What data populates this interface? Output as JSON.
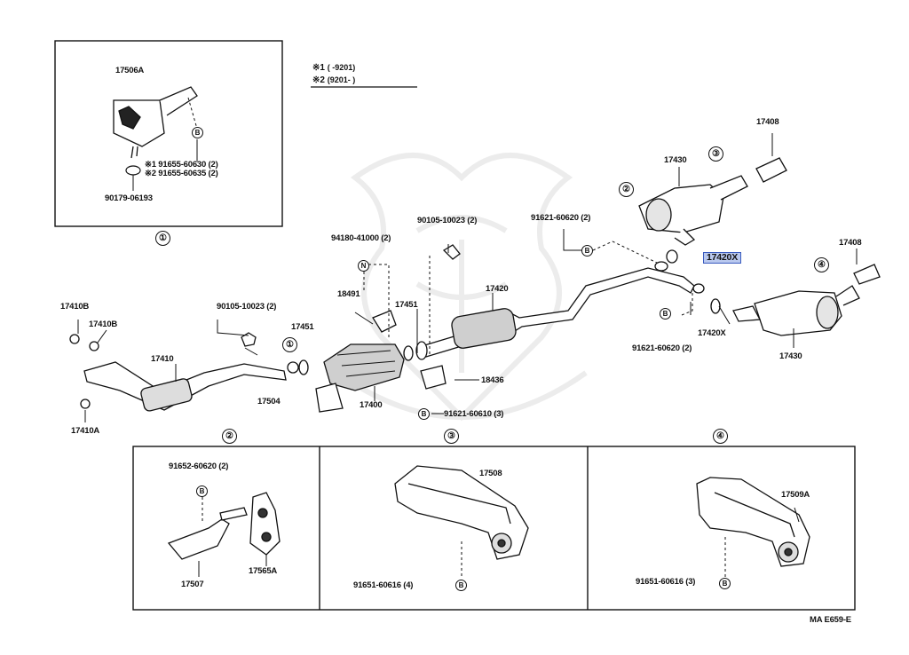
{
  "legend": {
    "row1_mark": "※1",
    "row1_range": "( -9201)",
    "row2_mark": "※2",
    "row2_range": "(9201- )"
  },
  "inset_1": {
    "index": "①",
    "part_main": "17506A",
    "note1": "※1 91655-60630 (2)",
    "note2": "※2 91655-60635 (2)",
    "part_bolt": "90179-06193"
  },
  "main": {
    "labels": {
      "p17408_top": "17408",
      "p17430_top": "17430",
      "p17408_right": "17408",
      "p91621_top": "91621-60620 (2)",
      "p17420x_highlight": "17420X",
      "p90105_mid": "90105-10023 (2)",
      "p94180": "94180-41000 (2)",
      "p17420": "17420",
      "p18491": "18491",
      "p17451_mid": "17451",
      "p17451_left": "17451",
      "p90105_left": "90105-10023 (2)",
      "p17410b_1": "17410B",
      "p17410b_2": "17410B",
      "p17410": "17410",
      "p17504": "17504",
      "p17400": "17400",
      "p18436": "18436",
      "p91621_bottom": "91621-60610 (3)",
      "p91621_right": "91621-60620 (2)",
      "p17420x_small": "17420X",
      "p17430_right": "17430",
      "p17410a": "17410A"
    },
    "circled": {
      "c2": "②",
      "c3": "③",
      "c4": "④",
      "c1": "①"
    },
    "bubbles": {
      "b": "B",
      "n": "N"
    }
  },
  "panel_2": {
    "index": "②",
    "bolt": "91652-60620 (2)",
    "bracket": "17507",
    "rubber": "17565A"
  },
  "panel_3": {
    "index": "③",
    "bracket": "17508",
    "bolt": "91651-60616 (4)"
  },
  "panel_4": {
    "index": "④",
    "bracket": "17509A",
    "bolt": "91651-60616 (3)"
  },
  "footer_code": "MA E659-E",
  "colors": {
    "ink": "#111111",
    "highlight_fill": "#b9c8ee",
    "highlight_border": "#3a5bbf",
    "watermark": "#ececec"
  }
}
